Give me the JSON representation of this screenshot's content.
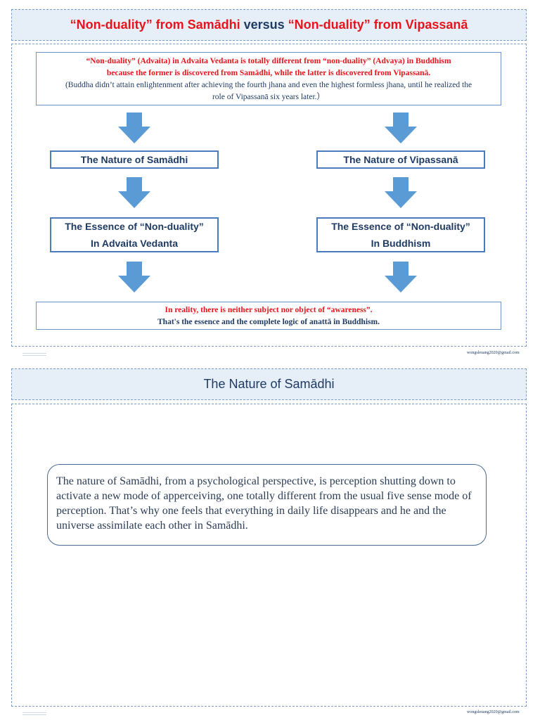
{
  "slide1": {
    "title": {
      "part1": "“Non-duality” from Samādhi",
      "part2": " versus ",
      "part3": "“Non-duality” from Vipassanā"
    },
    "intro": {
      "line1": "“Non-duality” (Advaita) in Advaita Vedanta is totally different from “non-duality” (Advaya) in Buddhism",
      "line2": "because the former is discovered from Samādhi, while the latter is discovered from Vipassanā.",
      "line3": "(Buddha didn’t attain enlightenment after achieving the fourth jhana and even the highest formless jhana, until he realized the",
      "line4": "role of Vipassanā six years later.）"
    },
    "left": {
      "nature_label": "The Nature of Samādhi",
      "essence_line1": "The Essence of “Non-duality”",
      "essence_line2": "In Advaita Vedanta"
    },
    "right": {
      "nature_label": "The Nature of  Vipassanā",
      "essence_line1": "The Essence of “Non-duality”",
      "essence_line2": "In Buddhism"
    },
    "conclusion": {
      "line1": "In reality, there is neither subject nor object of “awareness”.",
      "line2": "That's the essence and the complete logic of anattā in Buddhism."
    },
    "email": "wongsleuang2020@gmail.com"
  },
  "slide2": {
    "title": "The Nature of Samādhi",
    "paragraph": "The nature of Samādhi, from a psychological perspective, is perception shutting down to activate a new mode of apperceiving, one totally different from the usual five sense mode of perception. That’s why one feels that everything in daily life disappears and he and the universe assimilate each other in Samādhi.",
    "email": "wongsleuang2020@gmail.com"
  },
  "colors": {
    "accent_red": "#e8141c",
    "navy": "#1f3b63",
    "arrow_blue": "#5b9bd5",
    "title_bar_bg": "#e6eef7"
  },
  "icons": {
    "arrow": "down-arrow-icon"
  }
}
